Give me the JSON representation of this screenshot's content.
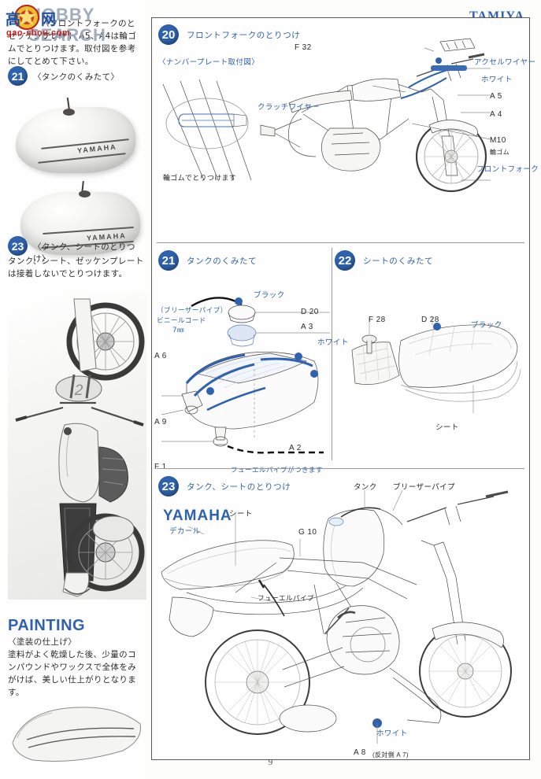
{
  "brand": {
    "tamiya": "TAMIYA",
    "yamaha": "YAMAHA"
  },
  "page_number": "9",
  "watermark": {
    "site": "HOBBY SEARCH",
    "cn_1": "高",
    "cn_2": "网",
    "url": "gao-shou.com"
  },
  "left_column": {
    "continued_text": {
      "title": "（フロントフォークのとりつけ）",
      "body": "ゼッケンプレート A5、A4は輪ゴムでとりつけます。取付図を参考にしてとめて下さい。"
    },
    "step21": {
      "number": "21",
      "title": "〈タンクのくみたて〉"
    },
    "photo_tank_upper": {
      "decal": "YAMAHA"
    },
    "photo_tank_lower": {
      "decal": "YAMAHA"
    },
    "step23": {
      "number": "23",
      "title": "〈タンク、シートのとりつけ〉",
      "body": "タンク、シート、ゼッケンプレートは接着しないでとりつけます。"
    },
    "painting": {
      "heading": "PAINTING",
      "subtitle": "〈塗装の仕上げ〉",
      "body": "塗料がよく乾燥した後、少量のコンパウンドやワックスで全体をみがけば、美しい仕上がりとなります。"
    }
  },
  "sections": {
    "step20": {
      "number": "20",
      "title": "フロントフォークのとりつけ",
      "inset_title": "〈ナンバープレート取付図〉",
      "inset_note": "輪ゴムでとりつけます",
      "labels": {
        "f32": "F 32",
        "clutch_wire": "クラッチワイヤー",
        "accel_wire": "アクセルワイヤー",
        "white": "ホワイト",
        "a5": "A 5",
        "a4": "A 4",
        "m10": "M10",
        "m10_sub": "輪ゴム",
        "front_fork": "フロントフォーク"
      }
    },
    "step21": {
      "number": "21",
      "title": "タンクのくみたて",
      "labels": {
        "black": "ブラック",
        "breather_pipe": "（ブリーザーパイプ）",
        "vinyl_cord": "ビニールコード",
        "vinyl_len": "7㎜",
        "d20": "D 20",
        "a3": "A 3",
        "a6": "A 6",
        "a9": "A 9",
        "a2": "A 2",
        "f1": "F 1",
        "white": "ホワイト",
        "fuel_pipe_note": "フューエルパイプがつきます"
      }
    },
    "step22": {
      "number": "22",
      "title": "シートのくみたて",
      "labels": {
        "f28": "F 28",
        "d28": "D 28",
        "black": "ブラック",
        "seat": "シート"
      }
    },
    "step23": {
      "number": "23",
      "title": "タンク、シートのとりつけ",
      "labels": {
        "yamaha_decal_word": "YAMAHA",
        "decal": "デカール",
        "seat": "シート",
        "g10": "G 10",
        "tank": "タンク",
        "breather_pipe": "ブリーザーパイプ",
        "fuel_pipe": "フューエルパイプ",
        "white": "ホワイト",
        "a8": "A 8",
        "a8_sub": "(反対側  A 7)"
      }
    }
  }
}
